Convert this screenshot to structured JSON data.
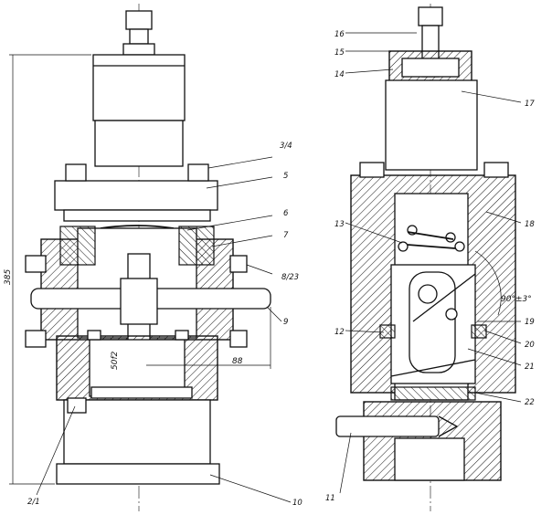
{
  "left_view": {
    "callouts": [
      "3/4",
      "5",
      "6",
      "7",
      "8/23",
      "9",
      "10",
      "2/1"
    ],
    "dimensions": {
      "overall_height": "385",
      "shaft_dia": "50f2",
      "offset": "88"
    }
  },
  "right_view": {
    "callouts": [
      "16",
      "15",
      "14",
      "17",
      "18",
      "13",
      "19",
      "20",
      "12",
      "21",
      "22",
      "11"
    ],
    "angle": "90°±3°"
  }
}
